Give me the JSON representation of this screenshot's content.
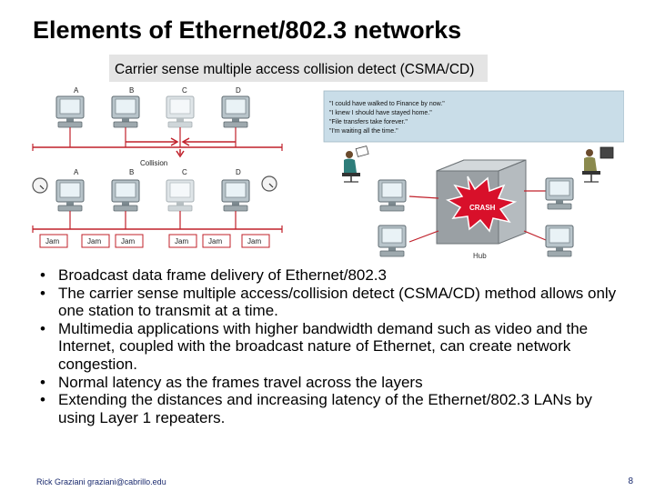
{
  "slide": {
    "title": "Elements of Ethernet/802.3 networks",
    "page_number": "8",
    "footer": "Rick Graziani  graziani@cabrillo.edu"
  },
  "figure": {
    "banner": "Carrier sense multiple access collision detect (CSMA/CD)",
    "station_labels_top": [
      "A",
      "B",
      "C",
      "D"
    ],
    "station_labels_bottom": [
      "A",
      "B",
      "C",
      "D"
    ],
    "collision_label": "Collision",
    "jam_labels": [
      "Jam",
      "Jam",
      "Jam",
      "Jam",
      "Jam",
      "Jam"
    ],
    "complaints": [
      "\"I could have walked to Finance by now.\"",
      "\"I knew I should have stayed home.\"",
      "\"File transfers take forever.\"",
      "\"I'm waiting all the time.\""
    ],
    "crash_label": "CRASH",
    "hub_label": "Hub",
    "colors": {
      "wire": "#c0202a",
      "crash": "#d8102a",
      "panel": "#c9dde8",
      "hub": "#9aa0a4"
    }
  },
  "bullets": [
    "Broadcast data frame delivery of Ethernet/802.3",
    "The carrier sense multiple access/collision detect (CSMA/CD) method allows only one station to transmit at a time.",
    "Multimedia applications with higher bandwidth demand such as video and the Internet, coupled with the broadcast nature of Ethernet, can create network congestion.",
    "Normal latency as the frames travel across the layers",
    "Extending the distances and increasing latency of the Ethernet/802.3 LANs by using Layer 1 repeaters."
  ]
}
